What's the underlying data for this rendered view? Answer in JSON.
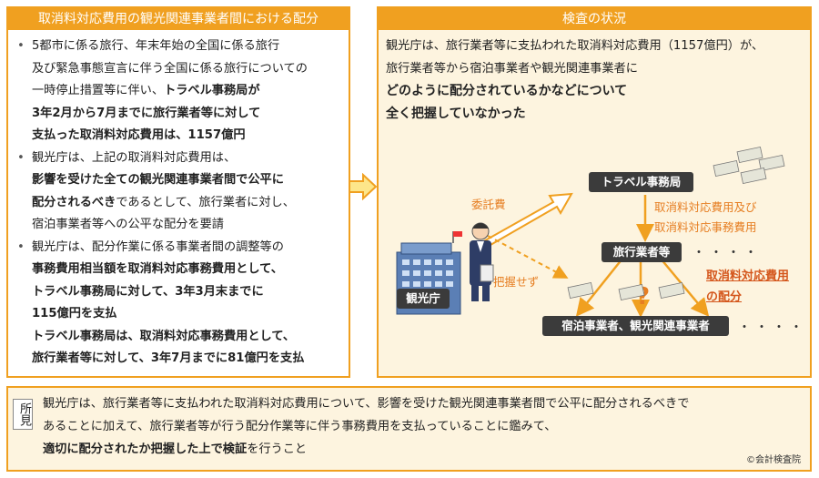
{
  "left_panel": {
    "title": "取消料対応費用の観光関連事業者間における配分",
    "bullets": [
      {
        "lines": [
          {
            "text": "5都市に係る旅行、年末年始の全国に係る旅行",
            "bold": false
          },
          {
            "text": "及び緊急事態宣言に伴う全国に係る旅行についての",
            "bold": false
          },
          {
            "parts": [
              {
                "text": "一時停止措置等に伴い、",
                "bold": false
              },
              {
                "text": "トラベル事務局が",
                "bold": true
              }
            ]
          },
          {
            "text": "3年2月から7月までに旅行業者等に対して",
            "bold": true
          },
          {
            "text": "支払った取消料対応費用は、1157億円",
            "bold": true
          }
        ]
      },
      {
        "lines": [
          {
            "text": "観光庁は、上記の取消料対応費用は、",
            "bold": false
          },
          {
            "text": "影響を受けた全ての観光関連事業者間で公平に",
            "bold": true
          },
          {
            "parts": [
              {
                "text": "配分されるべき",
                "bold": true
              },
              {
                "text": "であるとして、旅行業者に対し、",
                "bold": false
              }
            ]
          },
          {
            "text": "宿泊事業者等への公平な配分を要請",
            "bold": false
          }
        ]
      },
      {
        "lines": [
          {
            "text": "観光庁は、配分作業に係る事業者間の調整等の",
            "bold": false
          },
          {
            "text": "事務費用相当額を取消料対応事務費用として、",
            "bold": true
          },
          {
            "text": "トラベル事務局に対して、3年3月末までに",
            "bold": true
          },
          {
            "text": "115億円を支払",
            "bold": true
          },
          {
            "text": "トラベル事務局は、取消料対応事務費用として、",
            "bold": true
          },
          {
            "text": "旅行業者等に対して、3年7月までに81億円を支払",
            "bold": true
          }
        ]
      }
    ]
  },
  "right_panel": {
    "title": "検査の状況",
    "intro": [
      {
        "text": "観光庁は、旅行業者等に支払われた取消料対応費用（1157億円）が、",
        "bold": false
      },
      {
        "text": "旅行業者等から宿泊事業者や観光関連事業者に",
        "bold": false
      },
      {
        "text": "どのように配分されているかなどについて",
        "bold": true
      },
      {
        "text": "全く把握していなかった",
        "bold": true
      }
    ],
    "diagram": {
      "agency_label": "観光庁",
      "travel_bureau": "トラベル事務局",
      "travel_agencies": "旅行業者等",
      "lodging": "宿泊事業者、観光関連事業者",
      "commission_fee": "委託費",
      "not_grasped": "把握せず",
      "fee_line1": "取消料対応費用及び",
      "fee_line2": "取消料対応事務費用",
      "distribution_line1": "取消料対応費用",
      "distribution_line2": "の配分",
      "dots": "・・・・",
      "question": "?"
    }
  },
  "finding": {
    "label": "所見",
    "lines": [
      {
        "text": "観光庁は、旅行業者等に支払われた取消料対応費用について、影響を受けた観光関連事業者間で公平に配分されるべきで",
        "bold": false
      },
      {
        "text": "あることに加えて、旅行業者等が行う配分作業等に伴う事務費用を支払っていることに鑑みて、",
        "bold": false
      },
      {
        "parts": [
          {
            "text": "適切に配分されたか把握した上で検証",
            "bold": true
          },
          {
            "text": "を行うこと",
            "bold": false
          }
        ]
      }
    ],
    "copyright": "©会計検査院"
  },
  "colors": {
    "accent": "#f0a020",
    "panel_bg": "#fdf4df",
    "node_bg": "#3b3b3b",
    "orange_text": "#e67e22",
    "red_text": "#d4561c"
  }
}
